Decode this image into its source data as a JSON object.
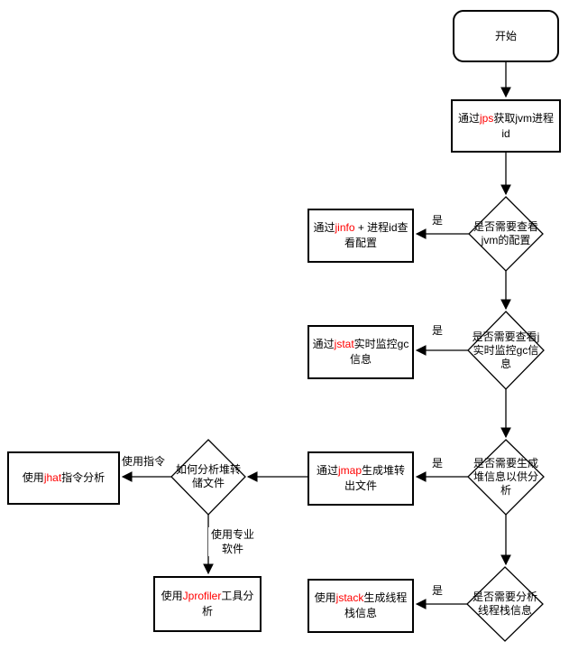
{
  "colors": {
    "command_red": "#ff0000",
    "line_color": "#000000",
    "background": "#ffffff"
  },
  "nodes": {
    "start": {
      "label": "开始"
    },
    "get_pid": {
      "pre": "通过",
      "cmd": "jps",
      "post": "获取jvm进程id"
    },
    "decision_view_config": {
      "lines": [
        "是否需要查看",
        "jvm的配置"
      ]
    },
    "view_config": {
      "pre": "通过",
      "cmd": "jinfo",
      "post": " + 进程id查看配置"
    },
    "decision_gc": {
      "lines": [
        "是否需要查看j",
        "实时监控gc信",
        "息"
      ]
    },
    "monitor_gc": {
      "pre": "通过",
      "cmd": "jstat",
      "post": "实时监控gc信息"
    },
    "decision_heap": {
      "lines": [
        "是否需要生成",
        "堆信息以供分",
        "析"
      ]
    },
    "heap_dump": {
      "pre": "通过",
      "cmd": "jmap",
      "post": "生成堆转出文件"
    },
    "decision_analyze": {
      "lines": [
        "如何分析堆转",
        "储文件"
      ]
    },
    "jhat_analyze": {
      "pre": "使用",
      "cmd": "jhat",
      "post": "指令分析"
    },
    "jprofiler_analyze": {
      "pre": "使用",
      "cmd": "Jprofiler",
      "post": "工具分析"
    },
    "decision_thread": {
      "lines": [
        "是否需要分析",
        "线程栈信息"
      ]
    },
    "thread_stack": {
      "pre": "使用",
      "cmd": "jstack",
      "post": "生成线程栈信息"
    }
  },
  "edge_labels": {
    "yes_config": "是",
    "yes_gc": "是",
    "yes_heap": "是",
    "yes_thread": "是",
    "use_command": "使用指令",
    "use_software_lines": [
      "使用专业",
      "软件"
    ]
  }
}
